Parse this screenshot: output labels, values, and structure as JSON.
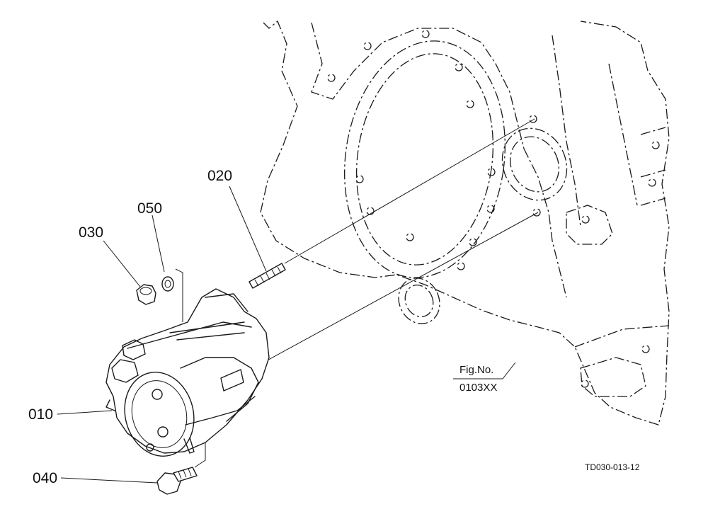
{
  "parts": [
    {
      "ref": "010"
    },
    {
      "ref": "020"
    },
    {
      "ref": "030"
    },
    {
      "ref": "040"
    },
    {
      "ref": "050"
    }
  ],
  "figure_ref": {
    "line1": "Fig.No.",
    "line2": "0103XX"
  },
  "drawing_code": "TD030-013-12"
}
